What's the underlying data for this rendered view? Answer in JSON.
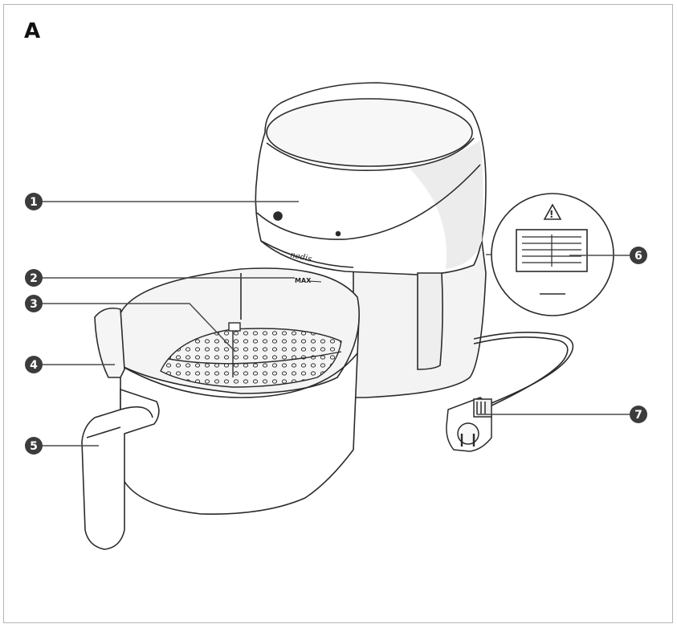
{
  "figure_letter": "A",
  "brand": "nedis",
  "max_marking": "MAX",
  "callouts": [
    "1",
    "2",
    "3",
    "4",
    "5",
    "6",
    "7"
  ],
  "colors": {
    "line": "#2b2b2b",
    "callout_fill": "#3c3c3c",
    "leader": "#4a4a4a",
    "surface": "#ffffff",
    "shade": "#ececec"
  }
}
